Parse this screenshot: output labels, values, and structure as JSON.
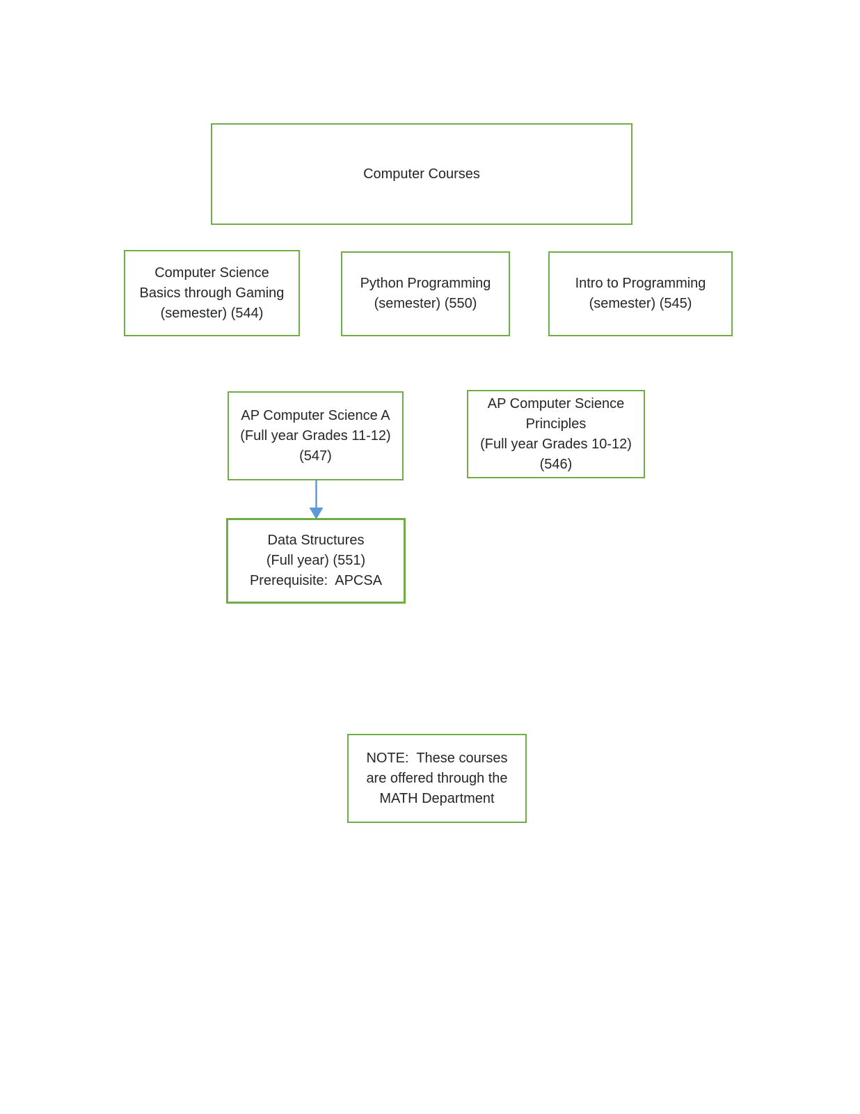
{
  "colors": {
    "background": "#ffffff",
    "border-green": "#70AD47",
    "arrow-blue": "#5B9BD5",
    "text": "#262626"
  },
  "diagram": {
    "boxes": [
      {
        "id": "computer-courses",
        "lines": [
          "Computer Courses"
        ]
      },
      {
        "id": "cs-basics-gaming",
        "lines": [
          "Computer Science",
          "Basics through Gaming",
          "(semester) (544)"
        ]
      },
      {
        "id": "python-programming",
        "lines": [
          "Python Programming",
          "(semester) (550)"
        ]
      },
      {
        "id": "intro-programming",
        "lines": [
          "Intro to Programming",
          "(semester) (545)"
        ]
      },
      {
        "id": "ap-cs-a",
        "lines": [
          "AP Computer Science A",
          "(Full year Grades 11-12)",
          "(547)"
        ]
      },
      {
        "id": "ap-cs-principles",
        "lines": [
          "AP Computer Science",
          "Principles",
          "(Full year Grades 10-12)",
          "(546)"
        ]
      },
      {
        "id": "data-structures",
        "lines": [
          "Data Structures",
          "(Full year) (551)",
          "Prerequisite:  APCSA"
        ]
      },
      {
        "id": "note",
        "lines": [
          "NOTE:  These courses",
          "are offered through the",
          "MATH Department"
        ]
      }
    ],
    "connector": {
      "from": "ap-cs-a",
      "to": "data-structures",
      "direction": "down"
    }
  }
}
